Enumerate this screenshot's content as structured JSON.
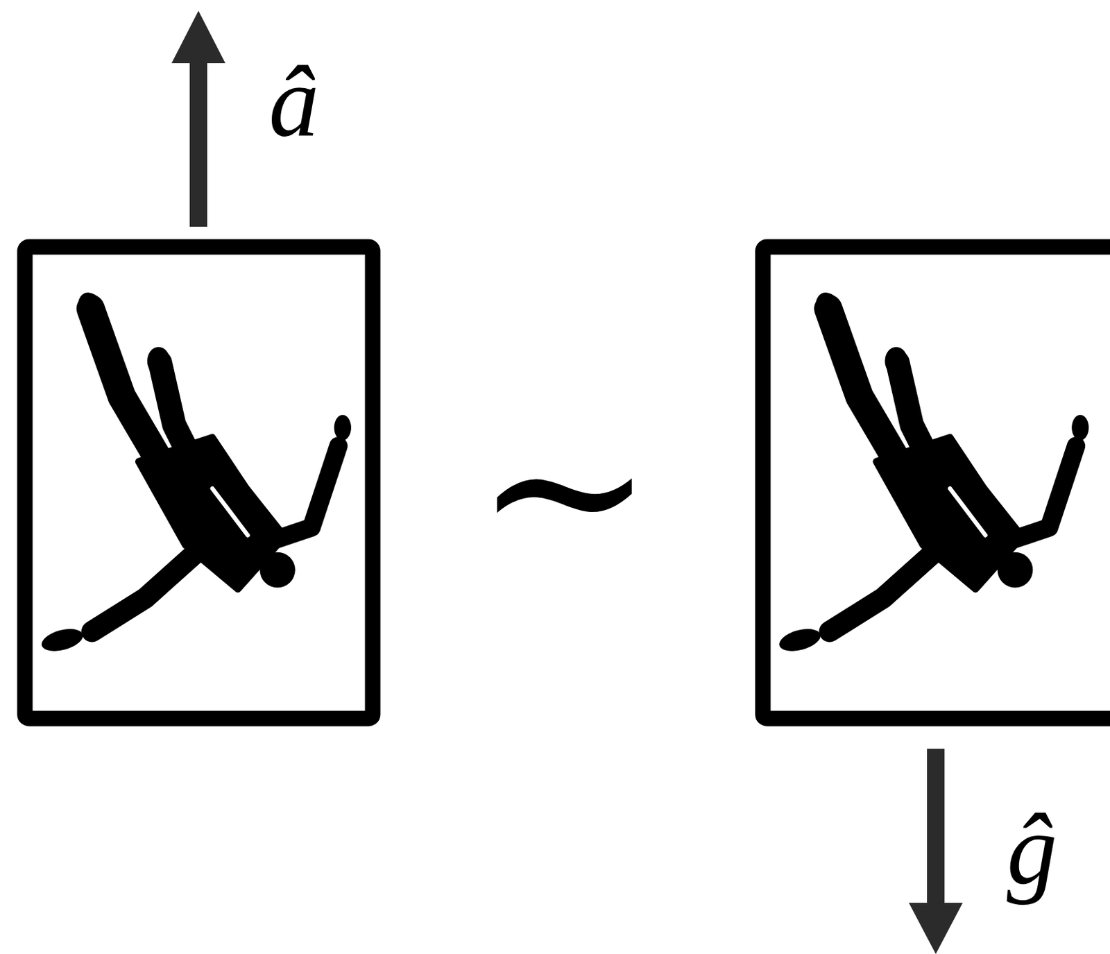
{
  "diagram": {
    "labels": [
      "â",
      "∼",
      "ĝ"
    ]
  }
}
